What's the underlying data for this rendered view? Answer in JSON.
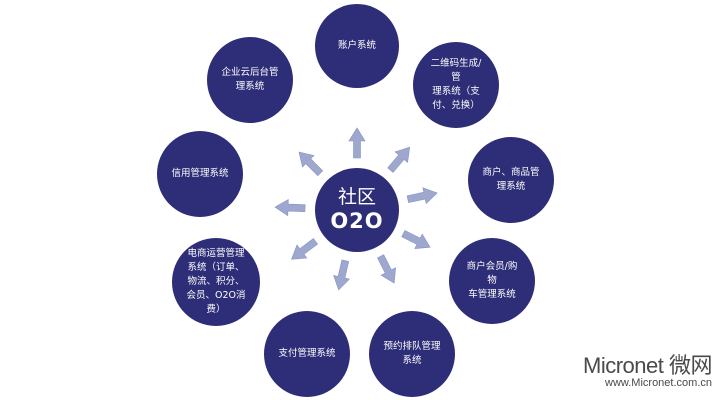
{
  "center": {
    "line1": "社区",
    "line2": "O2O"
  },
  "colors": {
    "node": "#2e2d78",
    "arrow": "#9ea8cf",
    "arrow_stroke": "#8893c2"
  },
  "nodes": [
    {
      "id": "account",
      "label": "账户系统"
    },
    {
      "id": "qrcode",
      "label": "二维码生成/管\n理系统（支\n付、兑换）"
    },
    {
      "id": "merchant-goods",
      "label": "商户、商品管\n理系统"
    },
    {
      "id": "merchant-member",
      "label": "商户会员/购物\n车管理系统"
    },
    {
      "id": "reservation",
      "label": "预约排队管理\n系统"
    },
    {
      "id": "payment",
      "label": "支付管理系统"
    },
    {
      "id": "ecommerce",
      "label": "电商运营管理\n系统（订单、\n物流、积分、\n会员、O2O消\n费）"
    },
    {
      "id": "credit",
      "label": "信用管理系统"
    },
    {
      "id": "cloud-backend",
      "label": "企业云后台管\n理系统"
    }
  ],
  "watermark": {
    "brand": "Micronet 微网",
    "url": "www.Micronet.com.cn"
  }
}
